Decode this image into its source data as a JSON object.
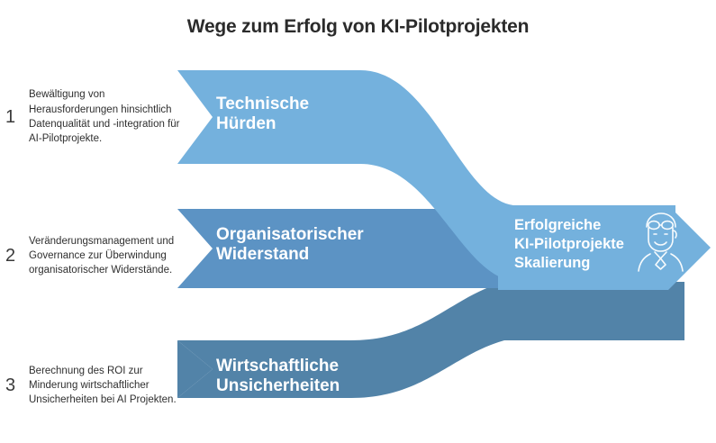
{
  "title": "Wege zum Erfolg von KI-Pilotprojekten",
  "colors": {
    "band_light": "#74B1DD",
    "band_medium": "#5C93C4",
    "band_dark": "#5283A8",
    "background": "#FFFFFF",
    "title_text": "#2B2B2B",
    "note_text": "#2F2F2F",
    "number_text": "#3A3A3A",
    "label_text": "#FFFFFF"
  },
  "steps": [
    {
      "number": "1",
      "description": "Bewältigung von Herausforderungen hinsichtlich Datenqualität und -integration für AI-Pilotprojekte.",
      "band_label": "Technische\nHürden",
      "band_color": "#74B1DD"
    },
    {
      "number": "2",
      "description": "Veränderungsmanagement und Governance zur Überwindung organisatorischer Widerstände.",
      "band_label": "Organisatorischer\nWiderstand",
      "band_color": "#5C93C4"
    },
    {
      "number": "3",
      "description": "Berechnung des ROI zur Minderung wirtschaftlicher Unsicherheiten bei AI Projekten.",
      "band_label": "Wirtschaftliche\nUnsicherheiten",
      "band_color": "#5283A8"
    }
  ],
  "outcome": {
    "label": "Erfolgreiche\nKI-Pilotprojekte\nSkalierung",
    "band_color": "#74B1DD",
    "icon": "person-with-helmet-icon"
  }
}
